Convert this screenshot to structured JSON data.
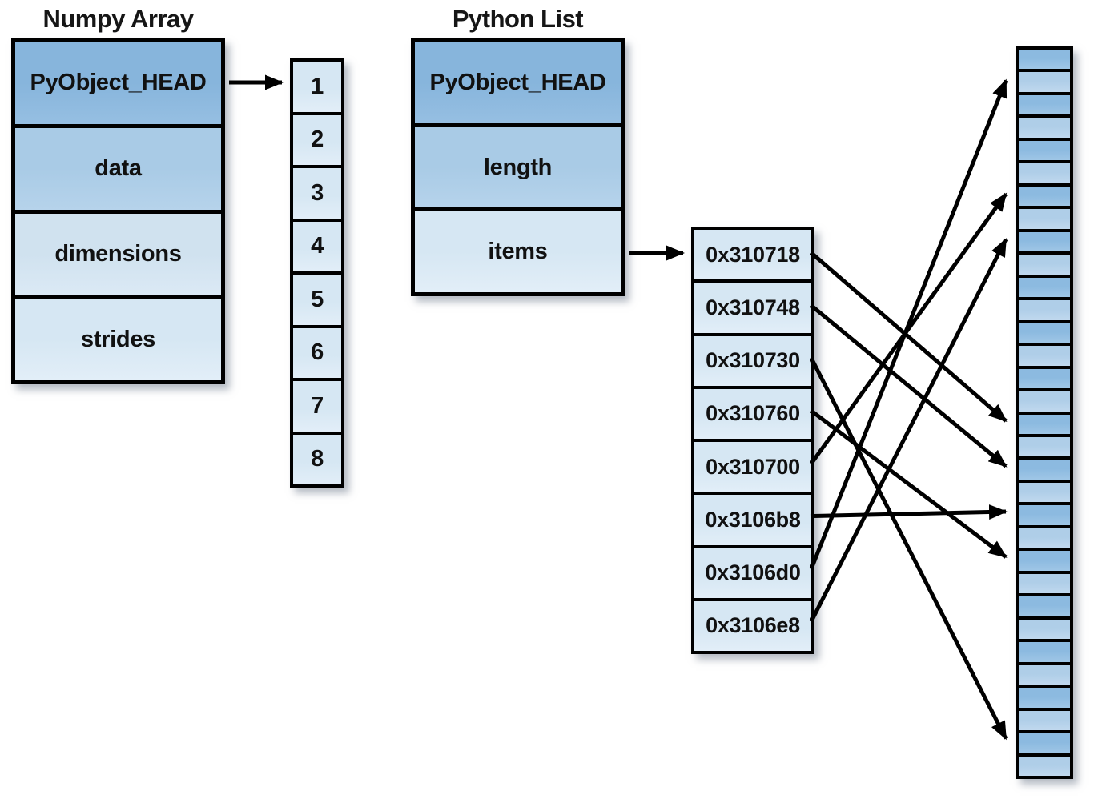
{
  "numpy_array": {
    "title": "Numpy Array",
    "rows": [
      "PyObject_HEAD",
      "data",
      "dimensions",
      "strides"
    ],
    "value_cells": [
      "1",
      "2",
      "3",
      "4",
      "5",
      "6",
      "7",
      "8"
    ]
  },
  "python_list": {
    "title": "Python List",
    "rows": [
      "PyObject_HEAD",
      "length",
      "items"
    ]
  },
  "item_pointers": {
    "addresses": [
      "0x310718",
      "0x310748",
      "0x310730",
      "0x310760",
      "0x310700",
      "0x3106b8",
      "0x3106d0",
      "0x3106e8"
    ]
  },
  "memory_column": {
    "cell_count": 32,
    "first_cell_shade": "dark",
    "shades_alternate": true
  },
  "pointer_targets": {
    "0x310718": 17,
    "0x310748": 19,
    "0x310730": 31,
    "0x310760": 23,
    "0x310700": 7,
    "0x3106b8": 21,
    "0x3106d0": 2,
    "0x3106e8": 9
  },
  "colors": {
    "header_blue": "#87B5DC",
    "mid_blue": "#A9CBE6",
    "light_blue": "#D0E2EF",
    "pale_blue": "#D6E7F3",
    "memory_dark": "#8CBAE0",
    "memory_light": "#AFCEE8",
    "outline": "#000000"
  }
}
